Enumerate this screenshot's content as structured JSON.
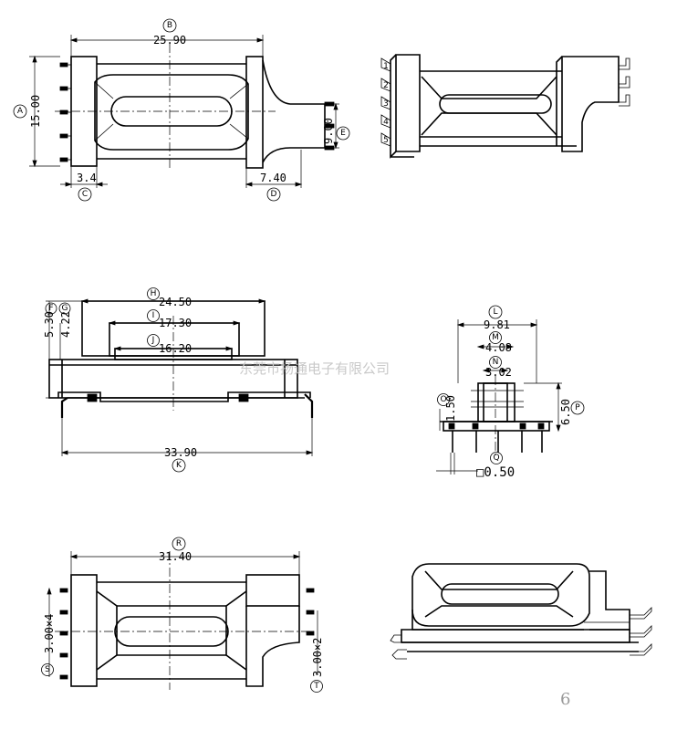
{
  "drawing": {
    "top_view": {
      "width_dim": {
        "letter": "B",
        "value": "25.90"
      },
      "height_dim": {
        "letter": "A",
        "value": "15.00"
      },
      "pin_offset_dim": {
        "letter": "C",
        "value": "3.4"
      },
      "flange_dim": {
        "letter": "D",
        "value": "7.40"
      },
      "pin_span_dim": {
        "letter": "E",
        "value": "9.00"
      }
    },
    "side_view": {
      "overall_dim": {
        "letter": "K",
        "value": "33.90"
      },
      "top_dim": {
        "letter": "H",
        "value": "24.50"
      },
      "middle_dim": {
        "letter": "I",
        "value": "17.30"
      },
      "inner_dim": {
        "letter": "J",
        "value": "16.20"
      },
      "height_dim": {
        "letter": "F",
        "value": "5.30"
      },
      "flange_height_dim": {
        "letter": "G",
        "value": "4.22"
      }
    },
    "end_view": {
      "width_dim": {
        "letter": "L",
        "value": "9.81"
      },
      "mid_dim": {
        "letter": "M",
        "value": "4.08"
      },
      "core_dim": {
        "letter": "N",
        "value": "3.02"
      },
      "base_dim": {
        "letter": "O",
        "value": "1.50"
      },
      "height_dim": {
        "letter": "P",
        "value": "6.50"
      },
      "pin_size_dim": {
        "letter": "Q",
        "value": "□0.50"
      }
    },
    "bottom_view": {
      "overall_dim": {
        "letter": "R",
        "value": "31.40"
      },
      "left_pitch_dim": {
        "letter": "S",
        "value": "3.00×4"
      },
      "right_pitch_dim": {
        "letter": "T",
        "value": "3.00×2"
      }
    },
    "iso_pin_labels": [
      "1",
      "2",
      "3",
      "4",
      "5"
    ],
    "watermark": "东莞市扬通电子有限公司",
    "page_number": "6"
  }
}
